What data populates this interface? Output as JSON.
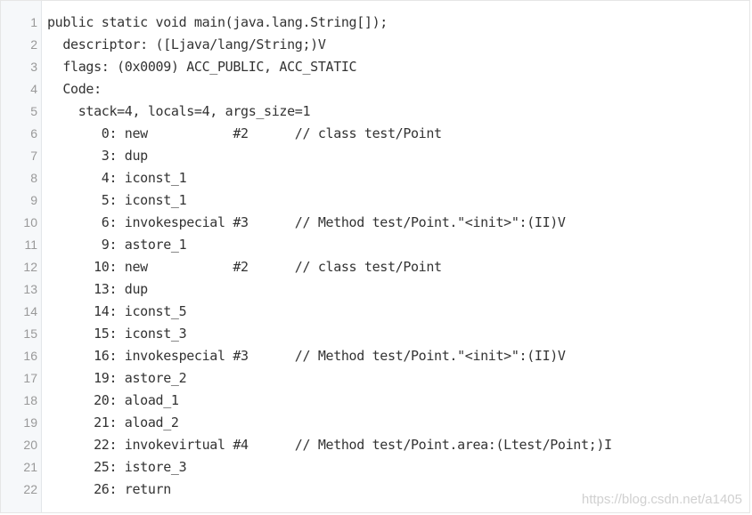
{
  "code_block": {
    "lines": [
      {
        "num": "1",
        "text": "public static void main(java.lang.String[]);"
      },
      {
        "num": "2",
        "text": "  descriptor: ([Ljava/lang/String;)V"
      },
      {
        "num": "3",
        "text": "  flags: (0x0009) ACC_PUBLIC, ACC_STATIC"
      },
      {
        "num": "4",
        "text": "  Code:"
      },
      {
        "num": "5",
        "text": "    stack=4, locals=4, args_size=1"
      },
      {
        "num": "6",
        "text": "       0: new           #2      // class test/Point"
      },
      {
        "num": "7",
        "text": "       3: dup"
      },
      {
        "num": "8",
        "text": "       4: iconst_1"
      },
      {
        "num": "9",
        "text": "       5: iconst_1"
      },
      {
        "num": "10",
        "text": "       6: invokespecial #3      // Method test/Point.\"<init>\":(II)V"
      },
      {
        "num": "11",
        "text": "       9: astore_1"
      },
      {
        "num": "12",
        "text": "      10: new           #2      // class test/Point"
      },
      {
        "num": "13",
        "text": "      13: dup"
      },
      {
        "num": "14",
        "text": "      14: iconst_5"
      },
      {
        "num": "15",
        "text": "      15: iconst_3"
      },
      {
        "num": "16",
        "text": "      16: invokespecial #3      // Method test/Point.\"<init>\":(II)V"
      },
      {
        "num": "17",
        "text": "      19: astore_2"
      },
      {
        "num": "18",
        "text": "      20: aload_1"
      },
      {
        "num": "19",
        "text": "      21: aload_2"
      },
      {
        "num": "20",
        "text": "      22: invokevirtual #4      // Method test/Point.area:(Ltest/Point;)I"
      },
      {
        "num": "21",
        "text": "      25: istore_3"
      },
      {
        "num": "22",
        "text": "      26: return"
      }
    ]
  },
  "watermark": "https://blog.csdn.net/a1405"
}
